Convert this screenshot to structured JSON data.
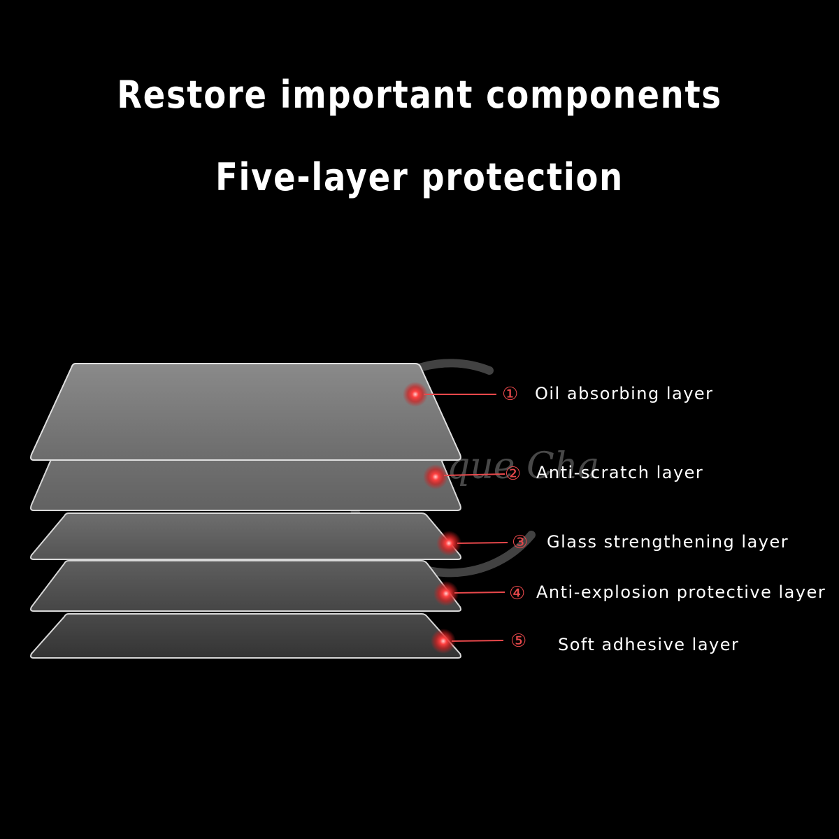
{
  "headline": {
    "line1": "Restore important components",
    "line2": "Five-layer protection"
  },
  "watermark": {
    "text": "Unique Cha"
  },
  "layers": [
    {
      "number": "①",
      "label": "Oil absorbing layer"
    },
    {
      "number": "②",
      "label": "Anti-scratch layer"
    },
    {
      "number": "③",
      "label": "Glass strengthening layer"
    },
    {
      "number": "④",
      "label": "Anti-explosion protective layer"
    },
    {
      "number": "⑤",
      "label": "Soft adhesive layer"
    }
  ],
  "colors": {
    "background": "#000000",
    "text": "#ffffff",
    "accent": "#e8484b",
    "glow": "#ff3b3b"
  }
}
